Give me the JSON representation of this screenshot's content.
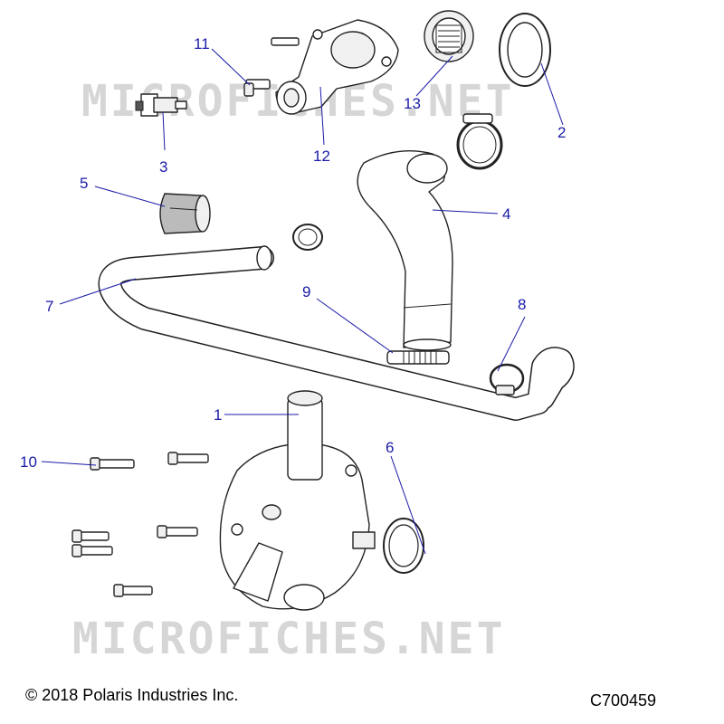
{
  "watermarks": [
    "MICROFICHES.NET",
    "MICROFICHES.NET"
  ],
  "callouts": {
    "c1": "1",
    "c2": "2",
    "c3": "3",
    "c4": "4",
    "c5": "5",
    "c6": "6",
    "c7": "7",
    "c8": "8",
    "c9": "9",
    "c10": "10",
    "c11": "11",
    "c12": "12",
    "c13": "13"
  },
  "footer": {
    "copyright": "© 2018 Polaris Industries Inc.",
    "diagram_code": "C700459"
  },
  "colors": {
    "callout": "#1a1aa8",
    "watermark": "#d6d6d6",
    "line": "#222222"
  }
}
